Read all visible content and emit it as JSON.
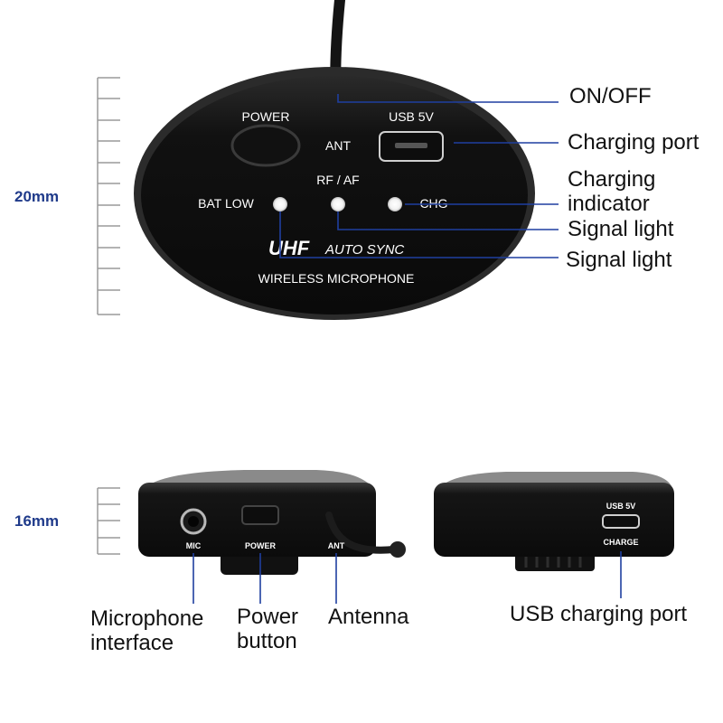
{
  "top_view": {
    "measurement": "20mm",
    "device_labels": {
      "power": "POWER",
      "usb": "USB 5V",
      "ant": "ANT",
      "rf_af": "RF / AF",
      "bat_low": "BAT LOW",
      "chg": "CHG",
      "brand": "UHF",
      "auto_sync": "AUTO SYNC",
      "wireless": "WIRELESS MICROPHONE"
    },
    "callouts": {
      "on_off": "ON/OFF",
      "charging_port": "Charging port",
      "charging_indicator_1": "Charging",
      "charging_indicator_2": "indicator",
      "signal_light_1": "Signal light",
      "signal_light_2": "Signal light"
    }
  },
  "side_views": {
    "measurement": "16mm",
    "left_device_labels": {
      "mic": "MIC",
      "power": "POWER",
      "ant": "ANT"
    },
    "right_device_labels": {
      "usb": "USB 5V",
      "charge": "CHARGE"
    },
    "callouts": {
      "mic_interface_1": "Microphone",
      "mic_interface_2": "interface",
      "power_button_1": "Power",
      "power_button_2": "button",
      "antenna": "Antenna",
      "usb_port": "USB charging port"
    }
  },
  "colors": {
    "device_body": "#111111",
    "leader_line": "#1f3fa0",
    "measurement_text": "#1f3a8a",
    "ruler": "#9a9a9a"
  }
}
